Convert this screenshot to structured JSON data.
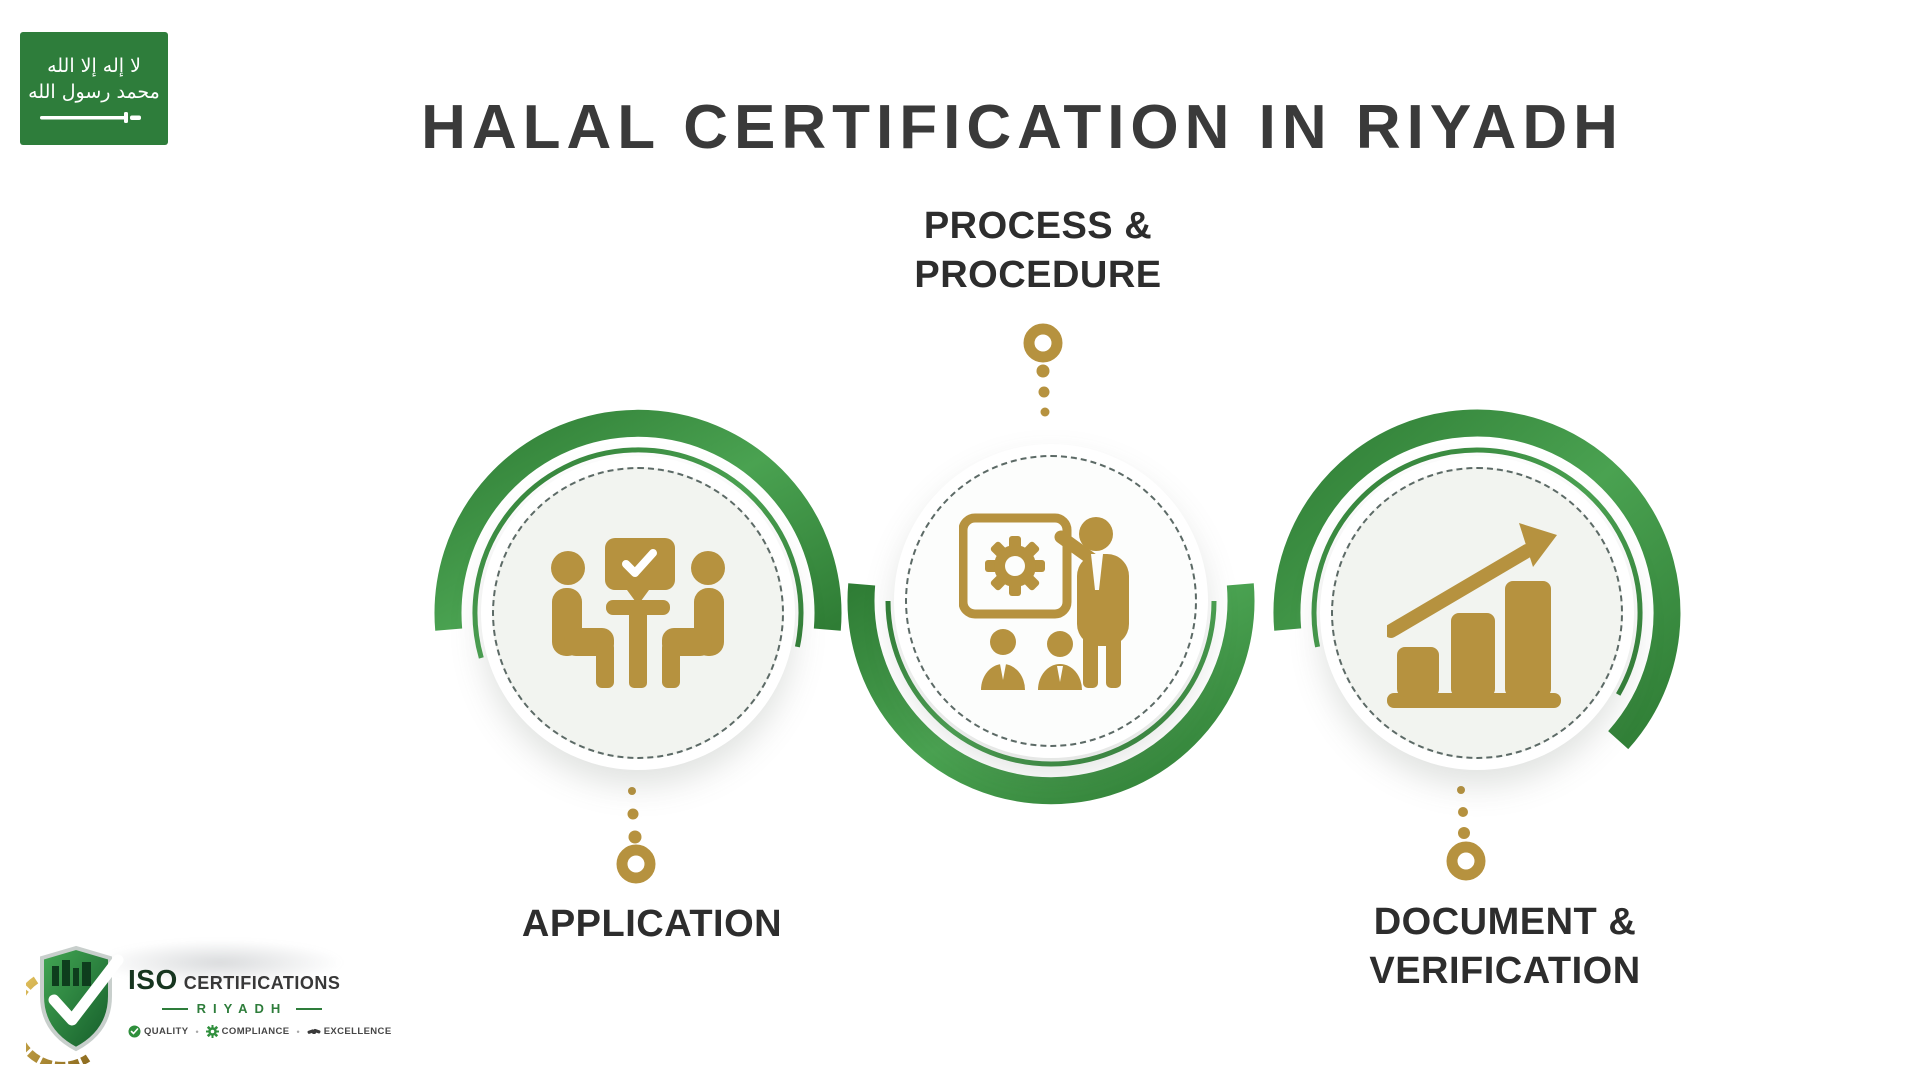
{
  "title": "HALAL CERTIFICATION IN RIYADH",
  "flag": {
    "name": "saudi-arabia-flag",
    "shahada_line1": "لا إله إلا الله",
    "shahada_line2": "محمد رسول الله"
  },
  "steps": [
    {
      "position": "left",
      "icon": "meeting-discussion-check-icon",
      "label_lines": [
        "APPLICATION"
      ]
    },
    {
      "position": "center",
      "icon": "presentation-gear-icon",
      "label_lines": [
        "PROCESS &",
        "PROCEDURE"
      ]
    },
    {
      "position": "right",
      "icon": "growth-bar-chart-icon",
      "label_lines": [
        "DOCUMENT &",
        "VERIFICATION"
      ]
    }
  ],
  "logo": {
    "brand": "ISO",
    "brand_suffix": "CERTIFICATIONS",
    "city": "RIYADH",
    "badges": [
      {
        "icon": "check-badge-icon",
        "label": "QUALITY"
      },
      {
        "icon": "gear-badge-icon",
        "label": "COMPLIANCE"
      },
      {
        "icon": "handshake-badge-icon",
        "label": "EXCELLENCE"
      }
    ]
  },
  "colors": {
    "arc_green": "#3b8c41",
    "arc_green_dark": "#2f7d35",
    "arc_green_light": "#4aa251",
    "gold": "#b6923f",
    "title_text": "#3a3a3a",
    "label_text": "#2d2d2d",
    "circle_fill": "#f2f4f0",
    "flag_green": "#2e7d3b",
    "background": "#ffffff"
  }
}
